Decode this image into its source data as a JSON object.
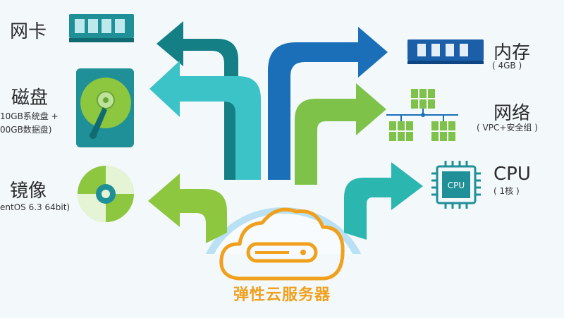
{
  "center": {
    "title": "弹性云服务器"
  },
  "left": [
    {
      "key": "nic",
      "title": "网卡",
      "icon": "network-card-icon"
    },
    {
      "key": "disk",
      "title": "磁盘",
      "sub1": "10GB系统盘 +",
      "sub2": "00GB数据盘)",
      "icon": "hard-disk-icon"
    },
    {
      "key": "image",
      "title": "镜像",
      "sub1": "entOS 6.3 64bit)",
      "icon": "disc-icon"
    }
  ],
  "right": [
    {
      "key": "memory",
      "title": "内存",
      "sub1": "( 4GB )",
      "icon": "memory-module-icon"
    },
    {
      "key": "network",
      "title": "网络",
      "sub1": "( VPC+安全组 )",
      "icon": "network-topology-icon"
    },
    {
      "key": "cpu",
      "title": "CPU",
      "sub1": "( 1核 )",
      "chip_text": "CPU",
      "icon": "cpu-chip-icon"
    }
  ],
  "colors": {
    "teal_dark": "#157f86",
    "teal_light": "#3cc3c8",
    "blue": "#1a6fb8",
    "green": "#8dc63f",
    "lime": "#7ec24a",
    "orange": "#f0a01c",
    "dome": "#dff1fb"
  }
}
